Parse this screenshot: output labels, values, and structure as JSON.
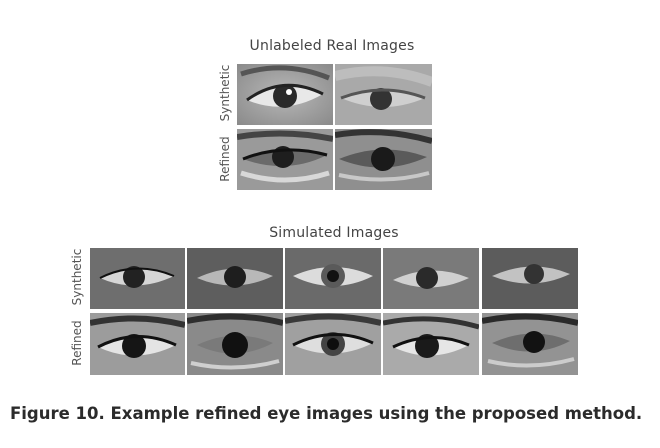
{
  "top_panel": {
    "title": "Unlabeled Real Images",
    "row_labels": [
      "Synthetic",
      "Refined"
    ]
  },
  "bottom_panel": {
    "title": "Simulated Images",
    "row_labels": [
      "Synthetic",
      "Refined"
    ]
  },
  "caption": "Figure 10. Example refined eye images using the proposed method."
}
